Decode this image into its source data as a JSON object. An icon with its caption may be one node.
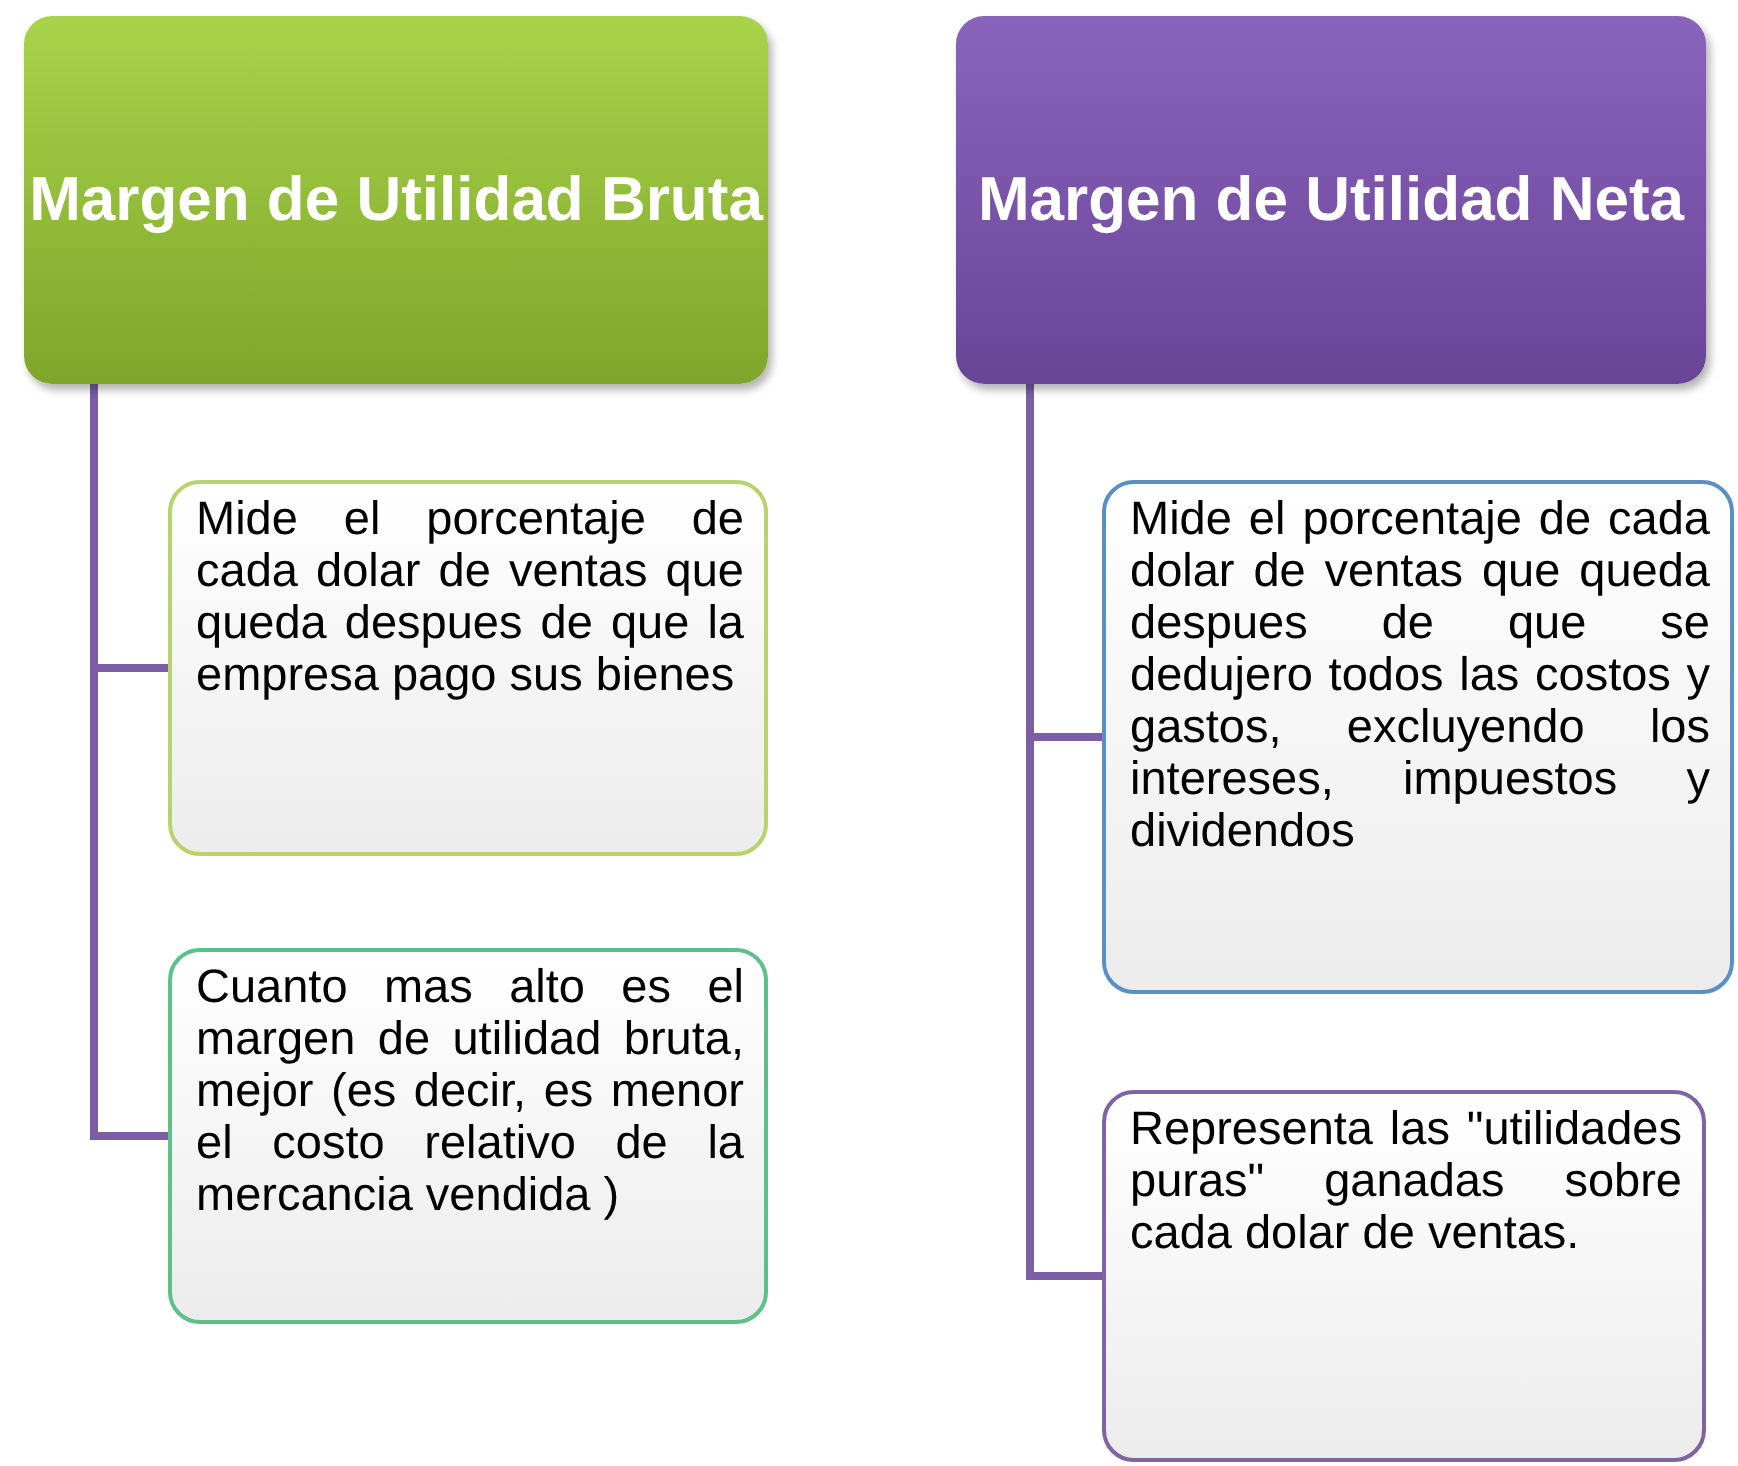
{
  "diagram": {
    "nodes": [
      {
        "text": [
          "Margen de Utilidad Bruta"
        ]
      },
      {
        "text": [
          "Margen de Utilidad Neta"
        ]
      },
      {
        "text": [
          "Mide el porcentaje de cada dolar de ventas que queda despues de que la empresa pago sus bienes"
        ]
      },
      {
        "text": [
          "Cuanto mas alto es el margen de utilidad bruta, mejor (es decir, es menor el costo relativo de la mercancia vendida )"
        ]
      },
      {
        "text": [
          "Mide el porcentaje de cada dolar de ventas que queda despues de que se dedujero todos las costos y gastos, excluyendo los intereses, impuestos y dividendos"
        ]
      },
      {
        "text": [
          "Representa las \"utilidades puras\" ganadas sobre cada dolar de ventas."
        ]
      }
    ],
    "edges": [
      {
        "from": 0,
        "to": 2,
        "arrow": "none"
      },
      {
        "from": 0,
        "to": 3,
        "arrow": "none"
      },
      {
        "from": 1,
        "to": 4,
        "arrow": "none"
      },
      {
        "from": 1,
        "to": 5,
        "arrow": "none"
      }
    ]
  }
}
